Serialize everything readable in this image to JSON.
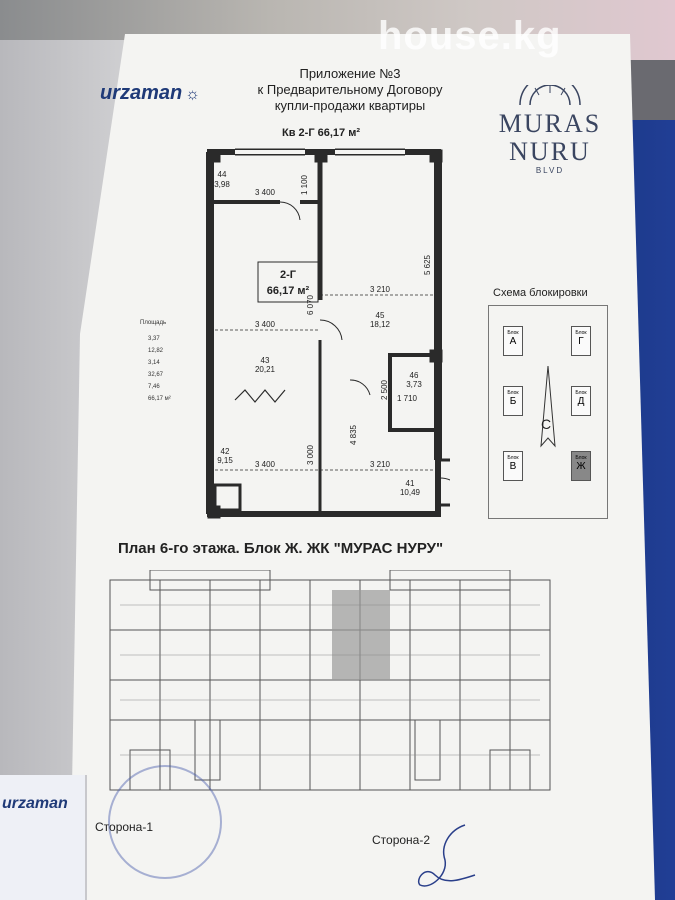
{
  "watermark": "house.kg",
  "header": {
    "line1": "Приложение №3",
    "line2": "к Предварительному Договору",
    "line3": "купли-продажи квартиры",
    "apartment": "Кв 2-Г  66,17 м²"
  },
  "logos": {
    "developer": "urzaman",
    "brand_line1": "MURAS",
    "brand_line2": "NURU",
    "brand_line3": "BLVD"
  },
  "apartment_label": {
    "code": "2-Г",
    "area": "66,17 м²"
  },
  "rooms": [
    {
      "num": "44",
      "area": "3,98"
    },
    {
      "num": "45",
      "area": "18,12"
    },
    {
      "num": "43",
      "area": "20,21"
    },
    {
      "num": "46",
      "area": "3,73"
    },
    {
      "num": "42",
      "area": "9,15"
    },
    {
      "num": "41",
      "area": "10,49"
    }
  ],
  "dimensions": {
    "d1": "3 400",
    "d2": "1 100",
    "d3": "5 625",
    "d4": "3 210",
    "d5": "6 070",
    "d6": "3 400",
    "d7": "2 500",
    "d8": "1 710",
    "d9": "4 835",
    "d10": "3 000",
    "d11": "3 400",
    "d12": "3 210"
  },
  "area_table": {
    "header": "Площадь",
    "values": [
      "3,37",
      "12,82",
      "3,14",
      "32,67",
      "7,46",
      "66,17 м²"
    ]
  },
  "scheme": {
    "title": "Схема блокировки",
    "block_prefix": "Блок",
    "blocks": [
      "А",
      "Г",
      "Б",
      "Д",
      "В",
      "Ж"
    ],
    "center": "С",
    "selected": "Ж"
  },
  "floor_caption": "План 6-го этажа. Блок Ж. ЖК \"МУРАС НУРУ\"",
  "signatures": {
    "side1": "Сторона-1",
    "side2": "Сторона-2"
  },
  "colors": {
    "plan_line": "#2a2a2a",
    "highlight": "#9a9a9a",
    "brand": "#1f3a78"
  }
}
